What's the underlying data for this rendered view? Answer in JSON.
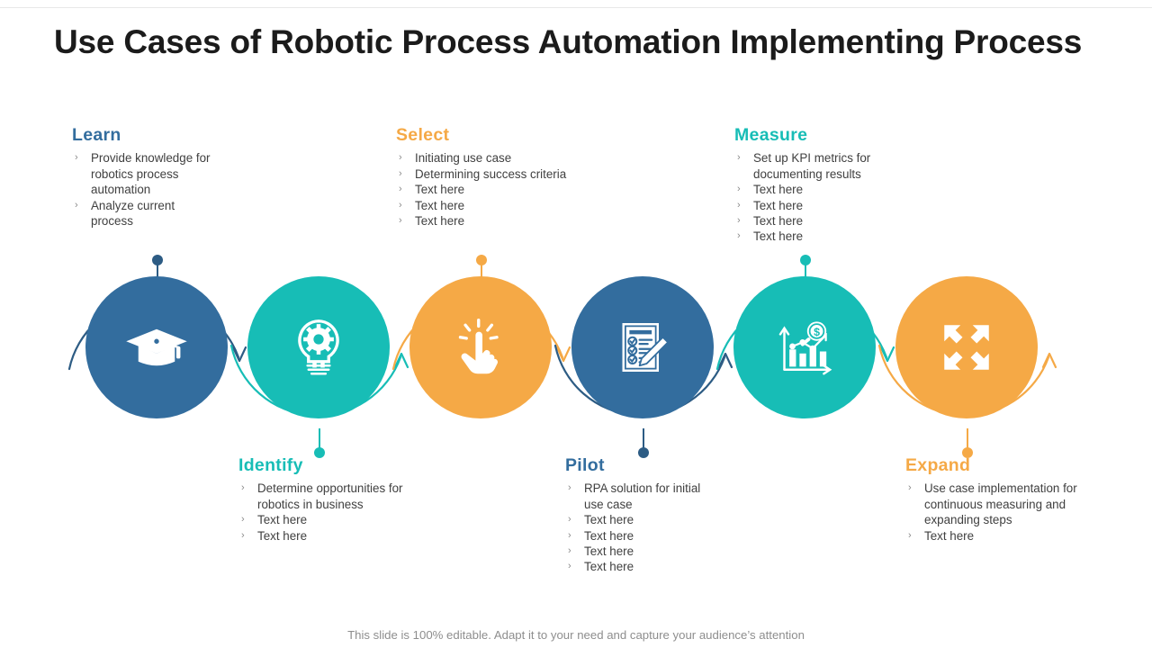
{
  "slide": {
    "title": "Use Cases of Robotic Process Automation Implementing Process",
    "footer": "This slide is 100% editable. Adapt it to your need and capture your audience’s attention",
    "bullet_glyph": "›"
  },
  "colors": {
    "blue": "#336d9e",
    "teal": "#17bdb6",
    "orange": "#f5a946",
    "title": "#1b1b1b",
    "body_text": "#404040",
    "footer_text": "#8e8e8e",
    "icon_fill": "#ffffff"
  },
  "steps": [
    {
      "id": "learn",
      "heading": "Learn",
      "color_key": "blue",
      "icon": "graduation-cap-icon",
      "position": "top",
      "bullets": [
        "Provide knowledge for robotics process automation",
        "Analyze current process"
      ]
    },
    {
      "id": "identify",
      "heading": "Identify",
      "color_key": "teal",
      "icon": "lightbulb-gear-icon",
      "position": "bottom",
      "bullets": [
        "Determine opportunities for robotics in business",
        "Text here",
        "Text here"
      ]
    },
    {
      "id": "select",
      "heading": "Select",
      "color_key": "orange",
      "icon": "pointing-hand-click-icon",
      "position": "top",
      "bullets": [
        "Initiating  use case",
        "Determining success criteria",
        "Text here",
        "Text here",
        "Text here"
      ]
    },
    {
      "id": "pilot",
      "heading": "Pilot",
      "color_key": "blue",
      "icon": "checklist-pen-icon",
      "position": "bottom",
      "bullets": [
        "RPA solution for initial use case",
        "Text here",
        "Text here",
        "Text here",
        "Text here"
      ]
    },
    {
      "id": "measure",
      "heading": "Measure",
      "color_key": "teal",
      "icon": "bar-chart-dollar-icon",
      "position": "top",
      "bullets": [
        "Set up KPI metrics for documenting results",
        "Text here",
        "Text here",
        "Text here",
        "Text here"
      ]
    },
    {
      "id": "expand",
      "heading": "Expand",
      "color_key": "orange",
      "icon": "expand-arrows-icon",
      "position": "bottom",
      "bullets": [
        "Use case implementation for continuous measuring and expanding steps",
        "Text here"
      ]
    }
  ]
}
